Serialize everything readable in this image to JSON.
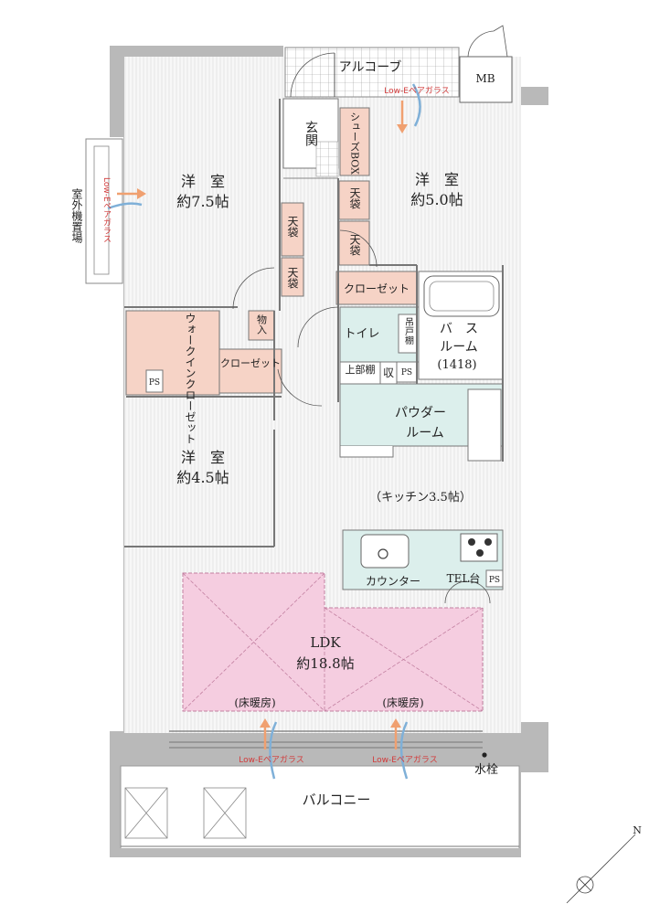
{
  "rooms": {
    "alcove": "アルコーブ",
    "mb": "MB",
    "genkan": "玄関",
    "shoebox": "シューズBOX",
    "western1_name": "洋　室",
    "western1_size": "約7.5帖",
    "western2_name": "洋　室",
    "western2_size": "約5.0帖",
    "western3_name": "洋　室",
    "western3_size": "約4.5帖",
    "outdoor_unit": "室外機置場",
    "tenbukuro": "天袋",
    "closet": "クローゼット",
    "walkin": "ウォークインクローゼット",
    "monoire": "物入",
    "ps": "PS",
    "toilet": "トイレ",
    "tsuridana": "吊戸棚",
    "bath_line1": "バ　ス",
    "bath_line2": "ルーム",
    "bath_size": "(1418)",
    "jyobudana": "上部棚",
    "shu": "収",
    "powder_line1": "パウダー",
    "powder_line2": "ルーム",
    "kitchen": "（キッチン3.5帖）",
    "counter": "カウンター",
    "tel": "TEL台",
    "ldk": "LDK",
    "ldk_size": "約18.8帖",
    "floor_heating": "(床暖房)",
    "balcony": "バルコニー",
    "water_tap": "水栓",
    "north": "N"
  },
  "glass": {
    "low_e": "Low-Eペアガラス"
  },
  "colors": {
    "storage": "#f6d3c6",
    "wet_area": "#dcefec",
    "floor_heating": "#f5cde0",
    "wall": "#b9b9b9",
    "accent_red": "#d23a3a",
    "arrow_orange": "#f0a070",
    "arrow_blue": "#7fb0d8"
  }
}
